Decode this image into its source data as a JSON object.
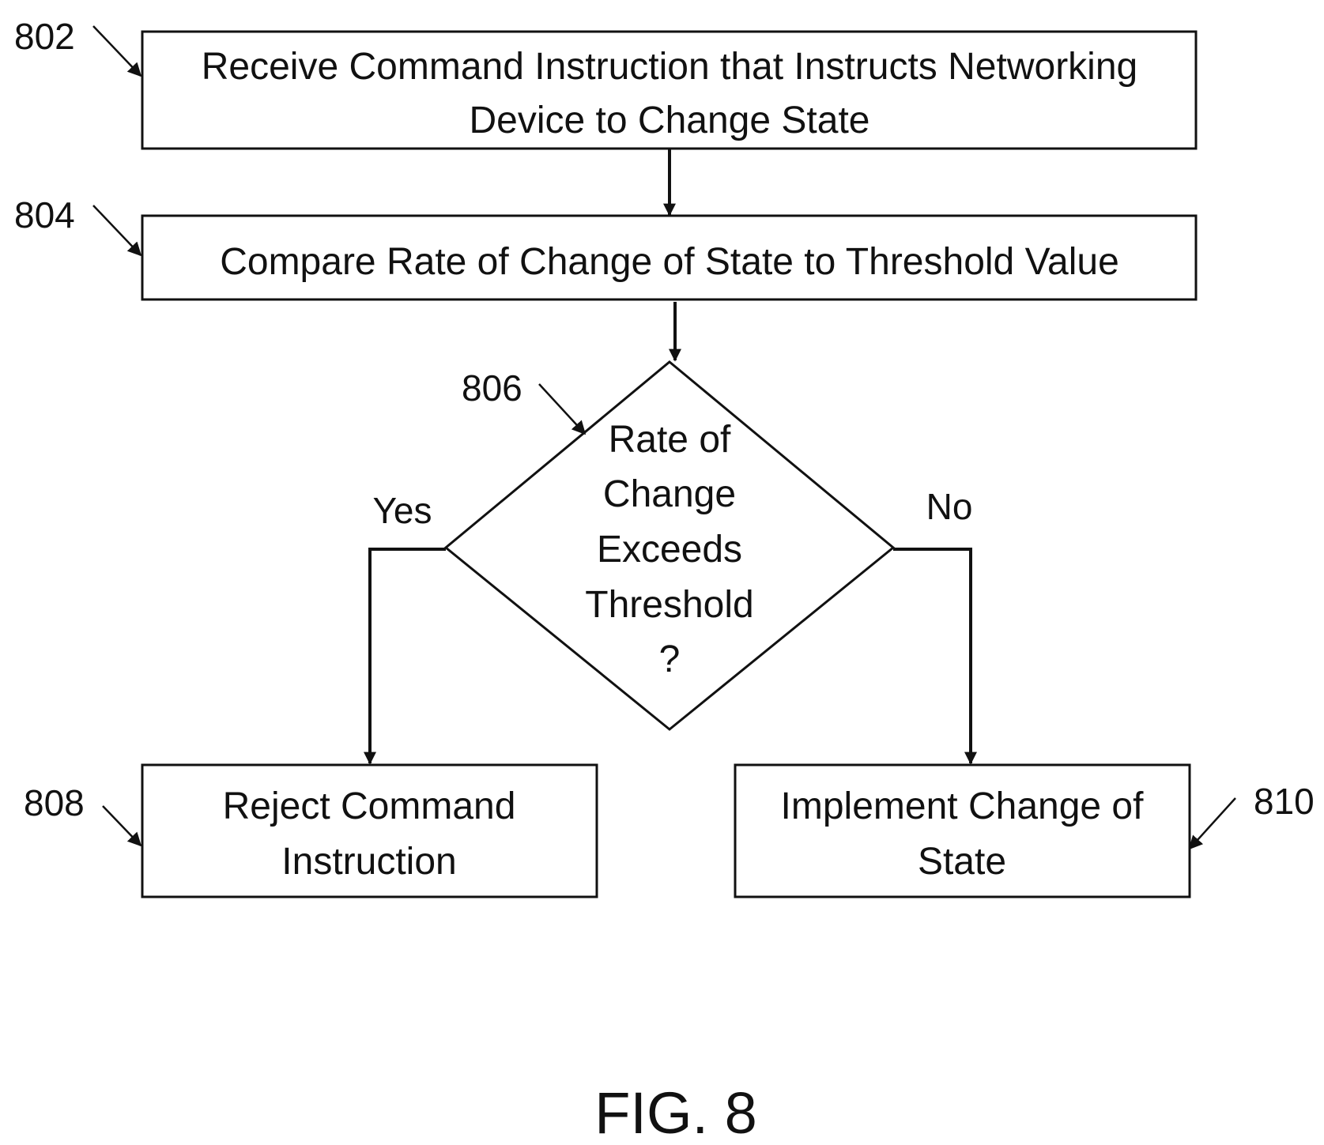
{
  "figure": {
    "caption": "FIG. 8"
  },
  "steps": [
    {
      "id": "802",
      "ref": "802",
      "lines": [
        "Receive Command Instruction that Instructs Networking",
        "Device to Change State"
      ]
    },
    {
      "id": "804",
      "ref": "804",
      "lines": [
        "Compare Rate of Change of State to Threshold Value"
      ]
    },
    {
      "id": "806",
      "ref": "806",
      "lines": [
        "Rate of",
        "Change",
        "Exceeds",
        "Threshold",
        "?"
      ]
    },
    {
      "id": "808",
      "ref": "808",
      "lines": [
        "Reject Command",
        "Instruction"
      ]
    },
    {
      "id": "810",
      "ref": "810",
      "lines": [
        "Implement Change of",
        "State"
      ]
    }
  ],
  "branches": {
    "yes": "Yes",
    "no": "No"
  },
  "colors": {
    "ink": "#111111",
    "background": "#ffffff"
  }
}
